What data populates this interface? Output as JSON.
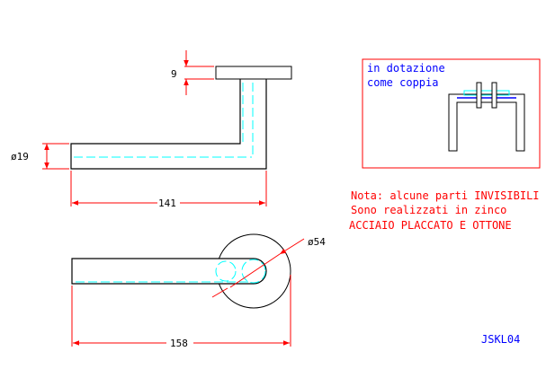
{
  "drawing": {
    "dimensions": {
      "thickness": "9",
      "diameter_bar": "ø19",
      "length_top": "141",
      "diameter_rosette": "ø54",
      "length_bottom": "158"
    },
    "inset_caption_line1": "in dotazione",
    "inset_caption_line2": "come coppia",
    "note_lines": [
      "Nota: alcune parti INVISIBILI",
      "Sono realizzati in zinco",
      "ACCIAIO PLACCATO E OTTONE"
    ],
    "code": "JSKL04"
  },
  "colors": {
    "outline": "#000000",
    "hidden": "#00ffff",
    "dimension": "#ff0000",
    "annotation": "#ff0000",
    "inset_caption": "#0000ff"
  }
}
